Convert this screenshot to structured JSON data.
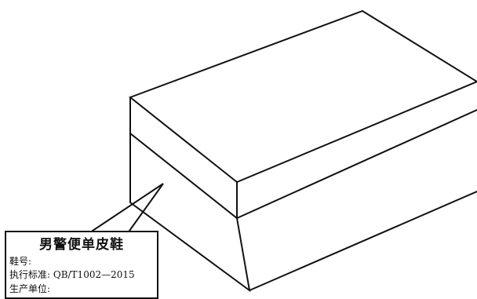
{
  "product_label": {
    "title": "男警便单皮鞋",
    "size_line": "鞋号:",
    "standard_line": "执行标准: QB/T1002—2015",
    "manufacturer_line": "生产单位:"
  },
  "colors": {
    "line": "#111111",
    "background": "#ffffff"
  }
}
